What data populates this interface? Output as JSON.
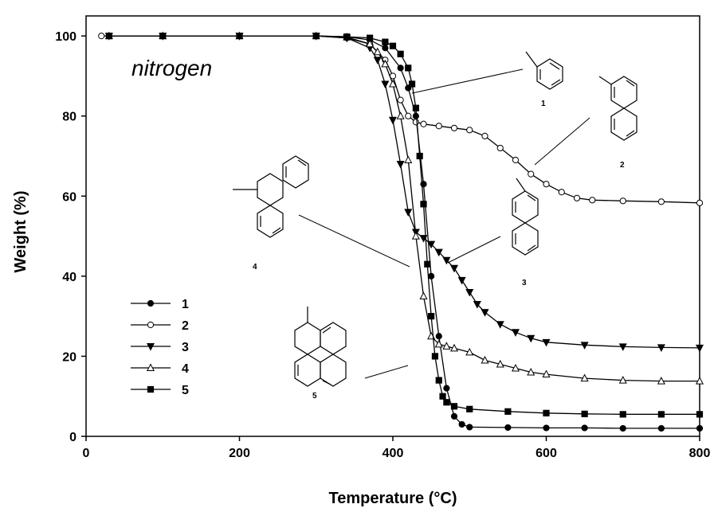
{
  "chart_data": {
    "type": "line",
    "xlabel": "Temperature (°C)",
    "ylabel": "Weight (%)",
    "xlim": [
      0,
      800
    ],
    "ylim": [
      0,
      105
    ],
    "xticks": [
      0,
      200,
      400,
      600,
      800
    ],
    "yticks": [
      0,
      20,
      40,
      60,
      80,
      100
    ],
    "grid": false,
    "legend_position": "bottom-left",
    "annotation": "nitrogen",
    "series": [
      {
        "name": "1",
        "marker": "filled-circle",
        "x": [
          30,
          100,
          200,
          300,
          340,
          370,
          390,
          410,
          420,
          430,
          440,
          450,
          460,
          470,
          480,
          490,
          500,
          550,
          600,
          650,
          700,
          750,
          800
        ],
        "y": [
          100,
          100,
          100,
          100,
          99.8,
          99,
          97,
          92,
          87,
          80,
          63,
          40,
          25,
          12,
          5,
          3,
          2.3,
          2.2,
          2.1,
          2.1,
          2,
          2,
          2
        ]
      },
      {
        "name": "2",
        "marker": "open-circle",
        "x": [
          20,
          100,
          200,
          300,
          340,
          370,
          390,
          400,
          410,
          420,
          430,
          440,
          460,
          480,
          500,
          520,
          540,
          560,
          580,
          600,
          620,
          640,
          660,
          700,
          750,
          800
        ],
        "y": [
          100,
          100,
          100,
          100,
          99.5,
          98,
          94,
          90,
          84,
          80,
          78.5,
          78,
          77.5,
          77,
          76.5,
          75,
          72,
          69,
          65.5,
          63,
          61,
          59.5,
          59,
          58.8,
          58.6,
          58.3
        ]
      },
      {
        "name": "3",
        "marker": "filled-triangle-down",
        "x": [
          30,
          100,
          200,
          300,
          340,
          370,
          380,
          390,
          400,
          410,
          420,
          430,
          440,
          450,
          460,
          470,
          480,
          490,
          500,
          510,
          520,
          540,
          560,
          580,
          600,
          650,
          700,
          750,
          800
        ],
        "y": [
          100,
          100,
          100,
          100,
          99.5,
          97,
          94,
          88,
          79,
          68,
          56,
          51,
          49.5,
          48,
          46,
          44,
          42,
          39,
          36,
          33,
          31,
          28,
          26,
          24.5,
          23.5,
          22.8,
          22.4,
          22.2,
          22.1
        ]
      },
      {
        "name": "4",
        "marker": "open-triangle-up",
        "x": [
          30,
          100,
          200,
          300,
          340,
          370,
          380,
          390,
          400,
          410,
          420,
          430,
          440,
          450,
          460,
          470,
          480,
          500,
          520,
          540,
          560,
          580,
          600,
          650,
          700,
          750,
          800
        ],
        "y": [
          100,
          100,
          100,
          100,
          99.7,
          98,
          96,
          93,
          88,
          80,
          69,
          50,
          35,
          25,
          23,
          22.5,
          22,
          21,
          19,
          18,
          17,
          16,
          15.5,
          14.5,
          14,
          13.8,
          13.8
        ]
      },
      {
        "name": "5",
        "marker": "filled-square",
        "x": [
          30,
          100,
          200,
          300,
          340,
          370,
          390,
          400,
          410,
          420,
          425,
          430,
          435,
          440,
          445,
          450,
          455,
          460,
          465,
          470,
          480,
          500,
          550,
          600,
          650,
          700,
          750,
          800
        ],
        "y": [
          100,
          100,
          100,
          100,
          99.8,
          99.5,
          98.5,
          97.5,
          95.5,
          92,
          88,
          82,
          70,
          58,
          43,
          30,
          20,
          14,
          10,
          8.5,
          7.5,
          6.8,
          6.2,
          5.8,
          5.6,
          5.5,
          5.5,
          5.5
        ]
      }
    ],
    "structure_labels": [
      "1",
      "2",
      "3",
      "4",
      "5"
    ]
  }
}
